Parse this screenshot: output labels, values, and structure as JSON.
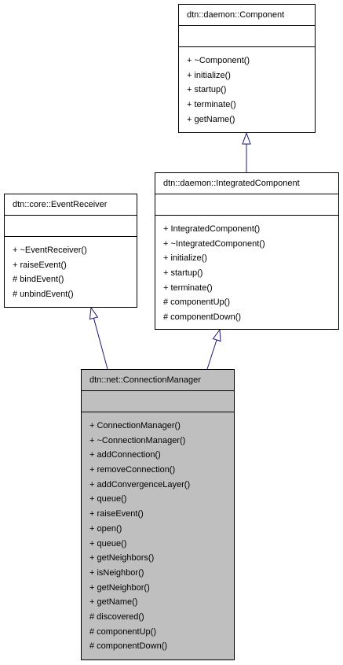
{
  "classes": {
    "component": {
      "name": "dtn::daemon::Component",
      "operations": [
        "+ ~Component()",
        "+ initialize()",
        "+ startup()",
        "+ terminate()",
        "+ getName()"
      ]
    },
    "integrated_component": {
      "name": "dtn::daemon::IntegratedComponent",
      "operations": [
        "+ IntegratedComponent()",
        "+ ~IntegratedComponent()",
        "+ initialize()",
        "+ startup()",
        "+ terminate()",
        "# componentUp()",
        "# componentDown()"
      ]
    },
    "event_receiver": {
      "name": "dtn::core::EventReceiver",
      "operations": [
        "+ ~EventReceiver()",
        "+ raiseEvent()",
        "# bindEvent()",
        "# unbindEvent()"
      ]
    },
    "connection_manager": {
      "name": "dtn::net::ConnectionManager",
      "operations": [
        "+ ConnectionManager()",
        "+ ~ConnectionManager()",
        "+ addConnection()",
        "+ removeConnection()",
        "+ addConvergenceLayer()",
        "+ queue()",
        "+ raiseEvent()",
        "+ open()",
        "+ queue()",
        "+ getNeighbors()",
        "+ isNeighbor()",
        "+ getNeighbor()",
        "+ getName()",
        "# discovered()",
        "# componentUp()",
        "# componentDown()"
      ]
    }
  },
  "colors": {
    "edge": "#191970",
    "highlight_fill": "#bfbfbf",
    "border": "#000000"
  }
}
